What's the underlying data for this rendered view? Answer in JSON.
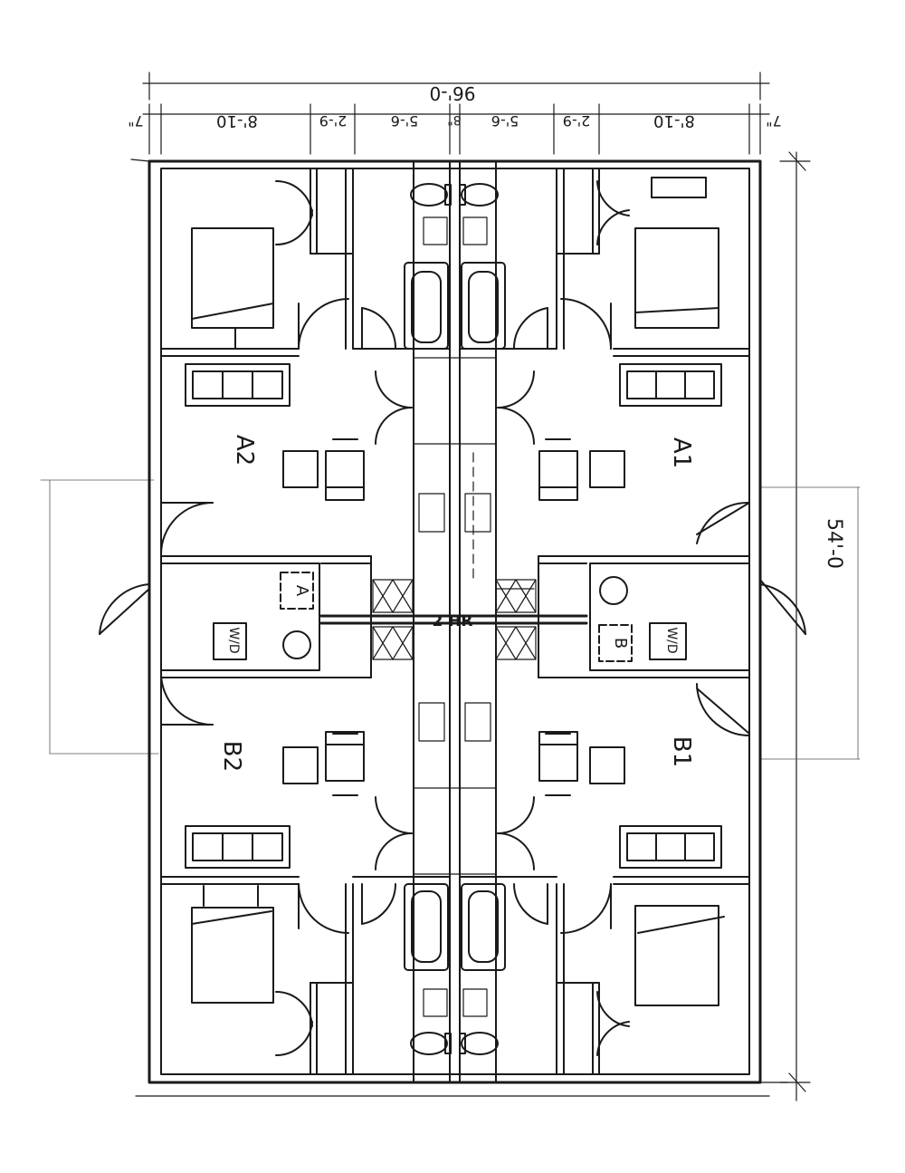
{
  "dimensions": {
    "overall_width": "96'-0",
    "overall_depth": "54'-0",
    "segments": [
      "7\"",
      "8'-10",
      "2'-9",
      "5'-6",
      "8\"",
      "5'-6",
      "2'-9",
      "8'-10",
      "7\""
    ]
  },
  "units": {
    "a1": "A1",
    "a2": "A2",
    "b1": "B1",
    "b2": "B2"
  },
  "wall_rating": "2 HR",
  "fixtures": {
    "washer_dryer": "W/D",
    "laundry_a": "A",
    "laundry_b": "B"
  }
}
